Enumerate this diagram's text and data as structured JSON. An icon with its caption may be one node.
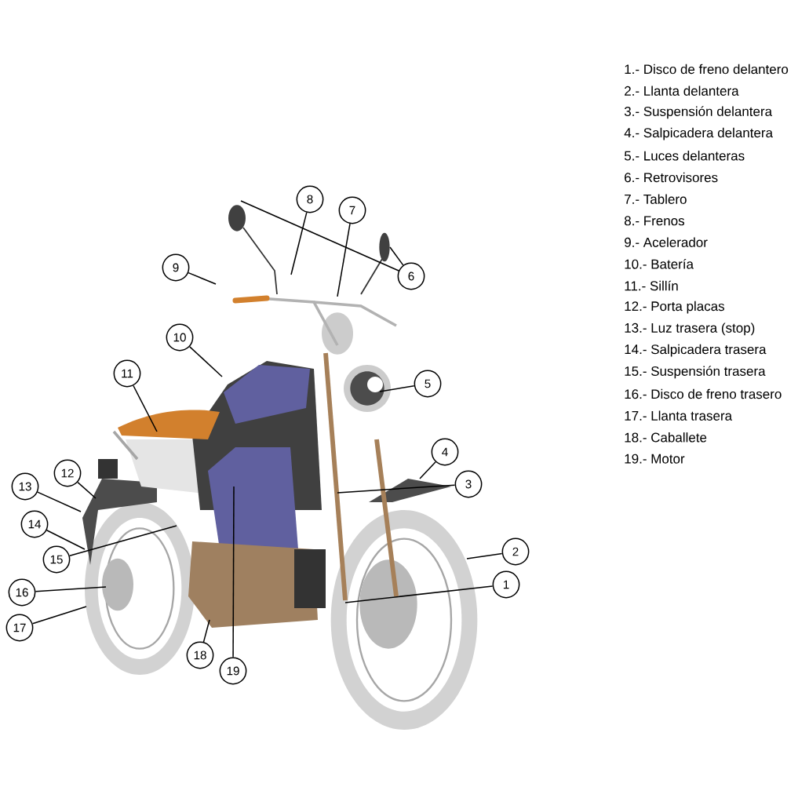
{
  "diagram": {
    "nodes": [
      {
        "text": [
          "1"
        ]
      },
      {
        "text": [
          "2"
        ]
      },
      {
        "text": [
          "3"
        ]
      },
      {
        "text": [
          "4"
        ]
      },
      {
        "text": [
          "5"
        ]
      },
      {
        "text": [
          "6"
        ]
      },
      {
        "text": [
          "7"
        ]
      },
      {
        "text": [
          "8"
        ]
      },
      {
        "text": [
          "9"
        ]
      },
      {
        "text": [
          "10"
        ]
      },
      {
        "text": [
          "11"
        ]
      },
      {
        "text": [
          "12"
        ]
      },
      {
        "text": [
          "13"
        ]
      },
      {
        "text": [
          "14"
        ]
      },
      {
        "text": [
          "15"
        ]
      },
      {
        "text": [
          "16"
        ]
      },
      {
        "text": [
          "17"
        ]
      },
      {
        "text": [
          "18"
        ]
      },
      {
        "text": [
          "19"
        ]
      }
    ],
    "edges": [
      {
        "from": 0,
        "to": null,
        "arrow": "none"
      },
      {
        "from": 1,
        "to": null,
        "arrow": "none"
      },
      {
        "from": 2,
        "to": null,
        "arrow": "none"
      },
      {
        "from": 3,
        "to": null,
        "arrow": "none"
      },
      {
        "from": 4,
        "to": null,
        "arrow": "none"
      },
      {
        "from": 5,
        "to": null,
        "arrow": "none"
      },
      {
        "from": 5,
        "to": null,
        "arrow": "none"
      },
      {
        "from": 6,
        "to": null,
        "arrow": "none"
      },
      {
        "from": 7,
        "to": null,
        "arrow": "none"
      },
      {
        "from": 8,
        "to": null,
        "arrow": "none"
      },
      {
        "from": 9,
        "to": null,
        "arrow": "none"
      },
      {
        "from": 10,
        "to": null,
        "arrow": "none"
      },
      {
        "from": 11,
        "to": null,
        "arrow": "none"
      },
      {
        "from": 12,
        "to": null,
        "arrow": "none"
      },
      {
        "from": 13,
        "to": null,
        "arrow": "none"
      },
      {
        "from": 14,
        "to": null,
        "arrow": "none"
      },
      {
        "from": 15,
        "to": null,
        "arrow": "none"
      },
      {
        "from": 16,
        "to": null,
        "arrow": "none"
      },
      {
        "from": 17,
        "to": null,
        "arrow": "none"
      },
      {
        "from": 18,
        "to": null,
        "arrow": "none"
      }
    ],
    "labels": [
      "1.- Disco de freno delantero",
      "2.- Llanta delantera",
      "3.- Suspensión delantera",
      "4.- Salpicadera delantera",
      "5.- Luces delanteras",
      "6.- Retrovisores",
      "7.- Tablero",
      "8.- Frenos",
      "9.- Acelerador",
      "10.- Batería",
      "11.- Sillín",
      "12.- Porta placas",
      "13.- Luz trasera (stop)",
      "14.- Salpicadera trasera",
      "15.- Suspensión trasera",
      "16.- Disco de freno trasero",
      "17.- Llanta trasera",
      "18.- Caballete",
      "19.- Motor"
    ]
  }
}
